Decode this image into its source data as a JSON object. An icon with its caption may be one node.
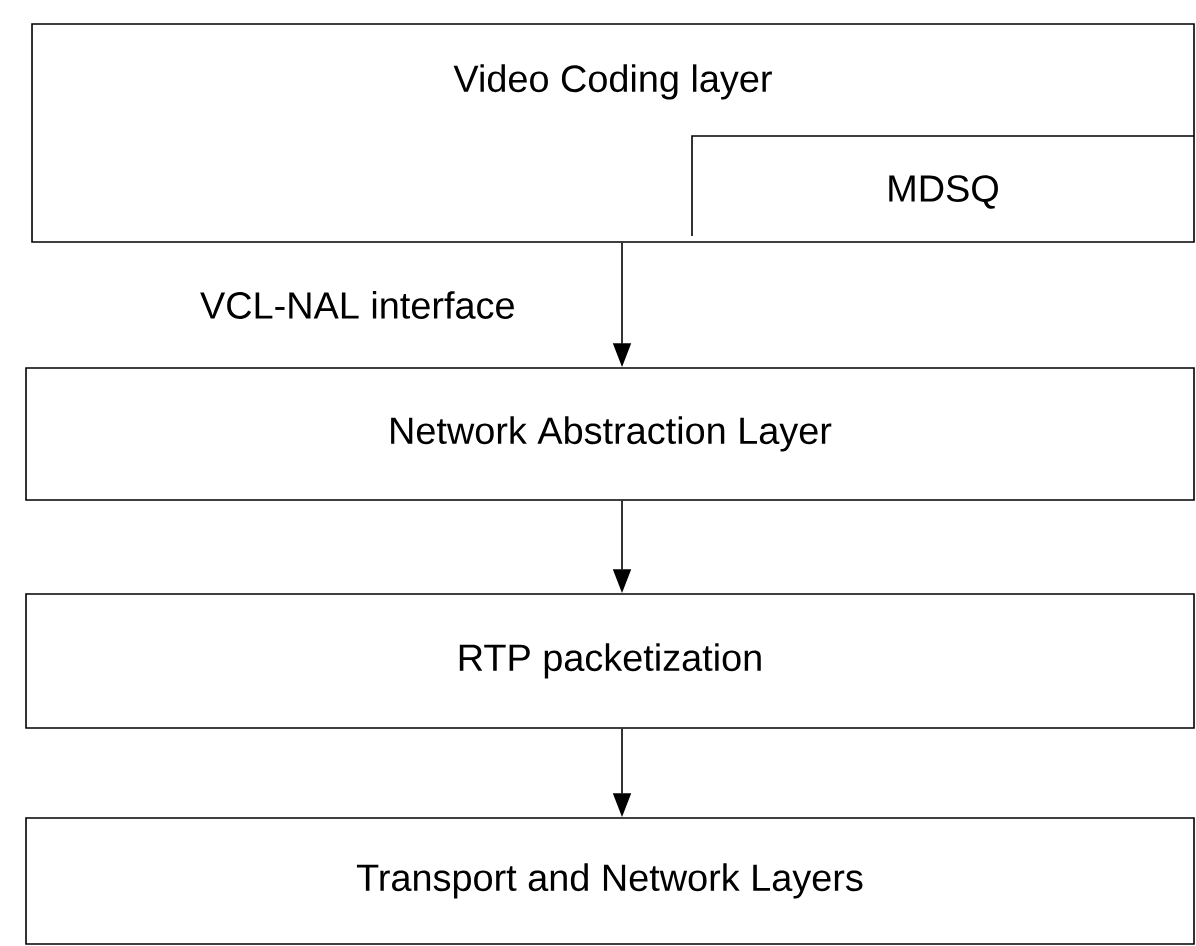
{
  "diagram": {
    "nodes": [
      {
        "text": [
          "Video Coding layer"
        ]
      },
      {
        "text": [
          "MDSQ"
        ],
        "in": 0
      },
      {
        "text": [
          "Network Abstraction Layer"
        ]
      },
      {
        "text": [
          "RTP packetization"
        ]
      },
      {
        "text": [
          "Transport and Network Layers"
        ]
      }
    ],
    "edges": [
      {
        "from": 0,
        "to": 2,
        "arrow": "to",
        "label": "VCL-NAL interface"
      },
      {
        "from": 2,
        "to": 3,
        "arrow": "to"
      },
      {
        "from": 3,
        "to": 4,
        "arrow": "to"
      }
    ]
  }
}
